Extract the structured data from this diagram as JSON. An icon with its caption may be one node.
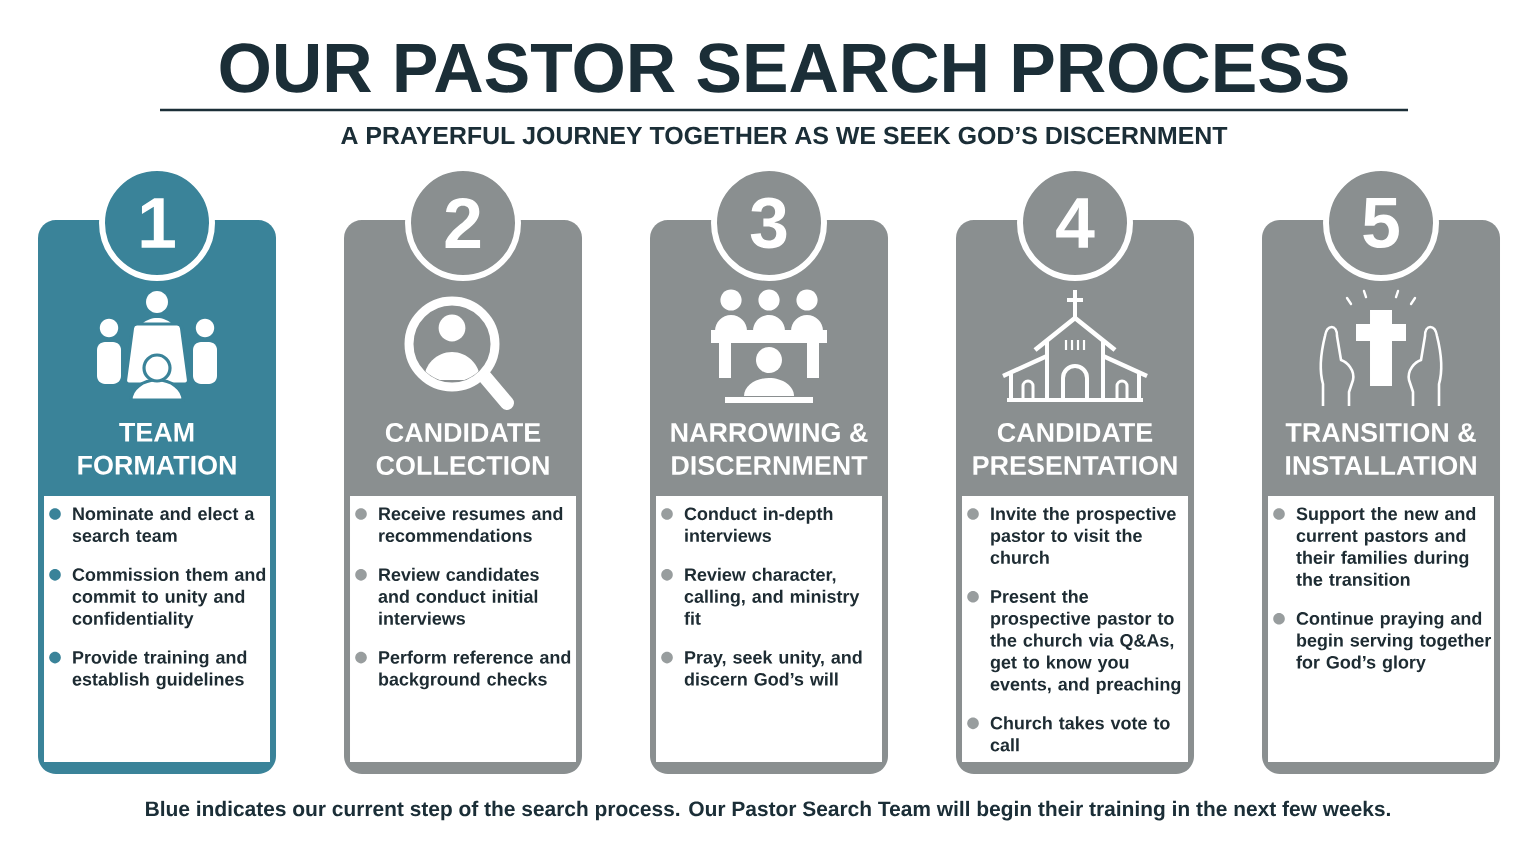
{
  "diagram": {
    "title": "OUR PASTOR SEARCH PROCESS",
    "caption": "Blue indicates our current step of the search process. Our Pastor Search Team will begin their training in the next few weeks.",
    "nodes": [
      {
        "text": [
          "1"
        ]
      },
      {
        "text": [
          "TEAM FORMATION"
        ]
      },
      {
        "text": [
          "Nominate and elect a search team",
          "Commission them and commit to unity and confidentiality",
          "Provide training and establish guidelines"
        ],
        "in": 1
      },
      {
        "text": [
          "2"
        ]
      },
      {
        "text": [
          "CANDIDATE COLLECTION"
        ]
      },
      {
        "text": [
          "Receive resumes and recommendations",
          "Review candidates and conduct initial interviews",
          "Perform reference and background checks"
        ],
        "in": 4
      },
      {
        "text": [
          "3"
        ]
      },
      {
        "text": [
          "NARROWING & DISCERNMENT"
        ]
      },
      {
        "text": [
          "Conduct in-depth interviews",
          "Review character, calling, and ministry fit",
          "Pray, seek unity, and discern God’s will"
        ],
        "in": 7
      },
      {
        "text": [
          "4"
        ]
      },
      {
        "text": [
          "CANDIDATE PRESENTATION"
        ]
      },
      {
        "text": [
          "Invite the prospective pastor to visit the church",
          "Present the prospective pastor to the church via Q&As, get to know you events, and preaching",
          "Church takes vote to call"
        ],
        "in": 10
      },
      {
        "text": [
          "5"
        ]
      },
      {
        "text": [
          "TRANSITION & INSTALLATION"
        ]
      },
      {
        "text": [
          "Support the new and current pastors and their families during the transition",
          "Continue praying and begin serving together for God’s glory"
        ],
        "in": 13
      }
    ],
    "labels": [
      "A PRAYERFUL JOURNEY TOGETHER AS WE SEEK GOD’S DISCERNMENT"
    ]
  }
}
